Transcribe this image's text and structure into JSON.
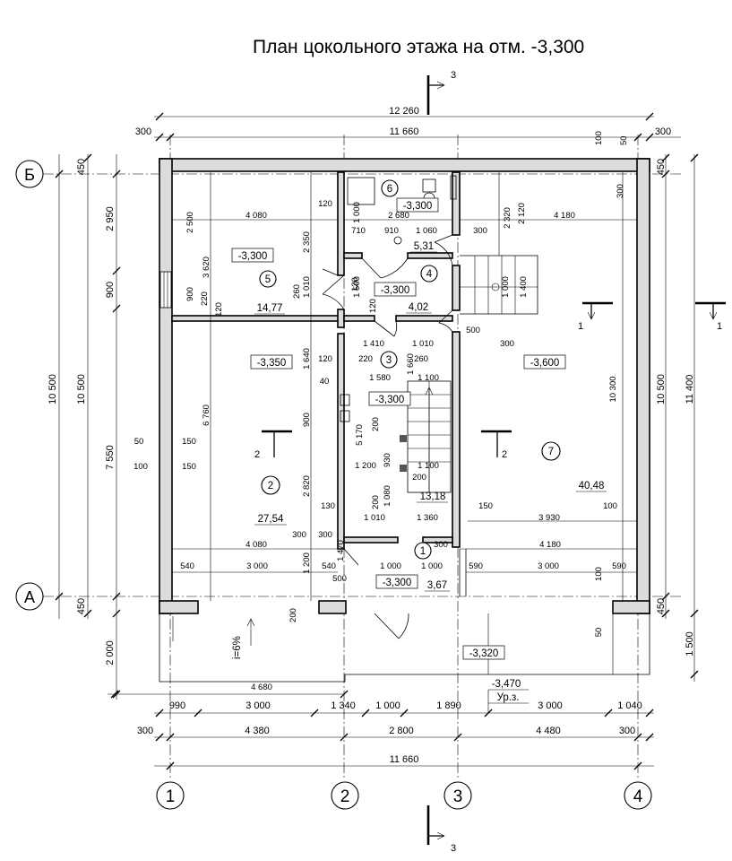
{
  "title": "План цокольного этажа на отм. -3,300",
  "section_marks": {
    "s3": "3",
    "s1": "1",
    "s2": "2"
  },
  "axes": {
    "a1": "1",
    "a2": "2",
    "a3": "3",
    "a4": "4",
    "rowA": "А",
    "rowB": "Б"
  },
  "rooms": {
    "r1": {
      "num": "1",
      "area": "3,67",
      "level": "-3,300"
    },
    "r2": {
      "num": "2",
      "area": "27,54",
      "level": "-3,350"
    },
    "r3": {
      "num": "3",
      "area": "13,18",
      "level": "-3,300"
    },
    "r4": {
      "num": "4",
      "area": "4,02",
      "level": "-3,300"
    },
    "r5": {
      "num": "5",
      "area": "14,77",
      "level": "-3,300"
    },
    "r6": {
      "num": "6",
      "area": "5,31",
      "level": "-3,300"
    },
    "r7": {
      "num": "7",
      "area": "40,48",
      "level": "-3,600"
    }
  },
  "exterior": {
    "slope": "i=6%",
    "level1": "-3,320",
    "level2": "-3,470",
    "ground": "Ур.з."
  },
  "dims_top": {
    "total": "12 260",
    "inner": "11 660",
    "left": "300",
    "right": "300",
    "r100": "100",
    "r50": "50"
  },
  "dims_bottom": {
    "row1": [
      "990",
      "3 000",
      "1 340",
      "1 000",
      "1 890",
      "3 000",
      "1 040"
    ],
    "row2": [
      "300",
      "4 380",
      "2 800",
      "4 480",
      "300"
    ],
    "row3": "11 660",
    "extra": "4 680"
  },
  "dims_left": {
    "d450a": "450",
    "d2950": "2 950",
    "d900": "900",
    "d7550": "7 550",
    "d450b": "450",
    "d10500a": "10 500",
    "d10500b": "10 500",
    "d2000": "2 000"
  },
  "dims_right": {
    "d300": "300",
    "d450a": "450",
    "d10500": "10 500",
    "d11400": "11 400",
    "d450b": "450",
    "d1500": "1 500"
  },
  "inner_dims": {
    "d4080a": "4 080",
    "d4080b": "4 080",
    "d4180a": "4 180",
    "d4180b": "4 180",
    "d2680": "2 680",
    "d2500": "2 500",
    "d3620": "3 620",
    "d2350": "2 350",
    "d120a": "120",
    "d120b": "120",
    "d120c": "120",
    "d120d": "120",
    "d120e": "120",
    "d1000a": "1 000",
    "d1000b": "1 000",
    "d1000c": "1 000",
    "d1000d": "1 000",
    "d710": "710",
    "d910": "910",
    "d1060": "1 060",
    "d300a": "300",
    "d300b": "300",
    "d300c": "300",
    "d300d": "300",
    "d2320": "2 320",
    "d2120": "2 120",
    "d1400": "1 400",
    "d1500": "1 500",
    "d1010a": "1 010",
    "d1010b": "1 010",
    "d1010c": "1 010",
    "d260a": "260",
    "d260b": "260",
    "d900": "900",
    "d220": "220",
    "d500a": "500",
    "d500b": "500",
    "d1410": "1 410",
    "d1580": "1 580",
    "d1100a": "1 100",
    "d1100b": "1 100",
    "d1660": "1 660",
    "d1640": "1 640",
    "d40": "40",
    "d220b": "220",
    "d6760": "6 760",
    "d5170": "5 170",
    "d200a": "200",
    "d200b": "200",
    "d200c": "200",
    "d200d": "200",
    "d930": "930",
    "d1080": "1 080",
    "d1200a": "1 200",
    "d1200b": "1 200",
    "d10300": "10 300",
    "d2820": "2 820",
    "d130": "130",
    "d1360": "1 360",
    "d150a": "150",
    "d150b": "150",
    "d150c": "150",
    "d3930": "3 930",
    "d100a": "100",
    "d100b": "100",
    "d100c": "100",
    "d50a": "50",
    "d50b": "50",
    "d1470": "1 470",
    "d540a": "540",
    "d540b": "540",
    "d3000a": "3 000",
    "d3000b": "3 000",
    "d590a": "590",
    "d590b": "590",
    "d900b": "900",
    "d300e": "300"
  }
}
